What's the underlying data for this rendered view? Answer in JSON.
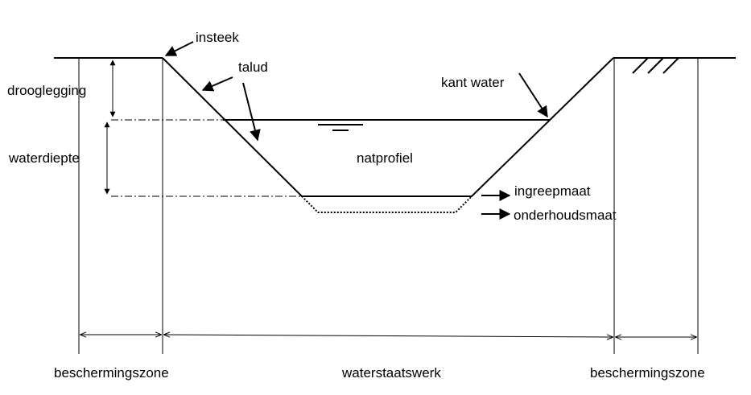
{
  "labels": {
    "insteek": "insteek",
    "talud": "talud",
    "kant_water": "kant water",
    "drooglegging": "drooglegging",
    "waterdiepte": "waterdiepte",
    "natprofiel": "natprofiel",
    "ingreepmaat": "ingreepmaat",
    "onderhoudsmaat": "onderhoudsmaat",
    "beschermingszone_left": "beschermingszone",
    "waterstaatswerk": "waterstaatswerk",
    "beschermingszone_right": "beschermingszone"
  },
  "colors": {
    "stroke": "#000000",
    "background": "#ffffff"
  }
}
